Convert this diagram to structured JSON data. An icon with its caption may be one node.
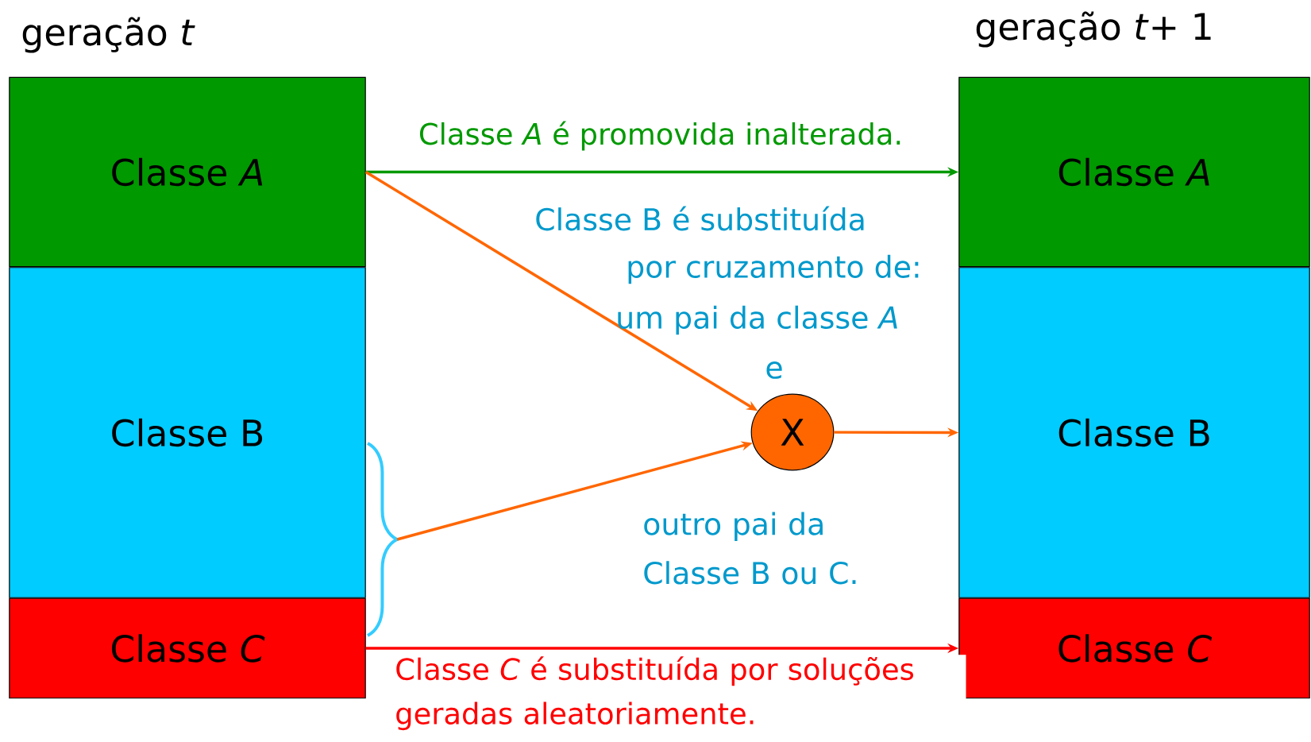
{
  "diagram": {
    "title": "geração *t*",
    "nodes": [
      {
        "text": [
          "Classe *A*"
        ]
      },
      {
        "text": [
          "Classe B"
        ]
      },
      {
        "text": [
          "Classe *C*"
        ]
      },
      {
        "text": [
          "Classe *A*"
        ]
      },
      {
        "text": [
          "Classe B"
        ]
      },
      {
        "text": [
          "Classe *C*"
        ]
      },
      {
        "text": [
          "X"
        ]
      },
      {
        "text": [],
        "shape": "brace"
      }
    ],
    "edges": [
      {
        "from": 0,
        "to": 3,
        "arrow": "to",
        "color": "#009900",
        "label": "Classe *A* é promovida inalterada."
      },
      {
        "from": 0,
        "to": 6,
        "arrow": "to"
      },
      {
        "from": 7,
        "to": 6,
        "arrow": "to"
      },
      {
        "from": 6,
        "to": 4,
        "arrow": "to"
      },
      {
        "from": 2,
        "to": 5,
        "arrow": "to",
        "color": "#ff0000",
        "label": "Classe *C* é substituída por soluções geradas aleatoriamente."
      }
    ],
    "labels": [
      "geração *t*+ 1",
      "Classe B é substituída",
      "por cruzamento de:",
      "um pai da classe *A*",
      "e",
      "outro pai da Classe B ou C."
    ]
  }
}
